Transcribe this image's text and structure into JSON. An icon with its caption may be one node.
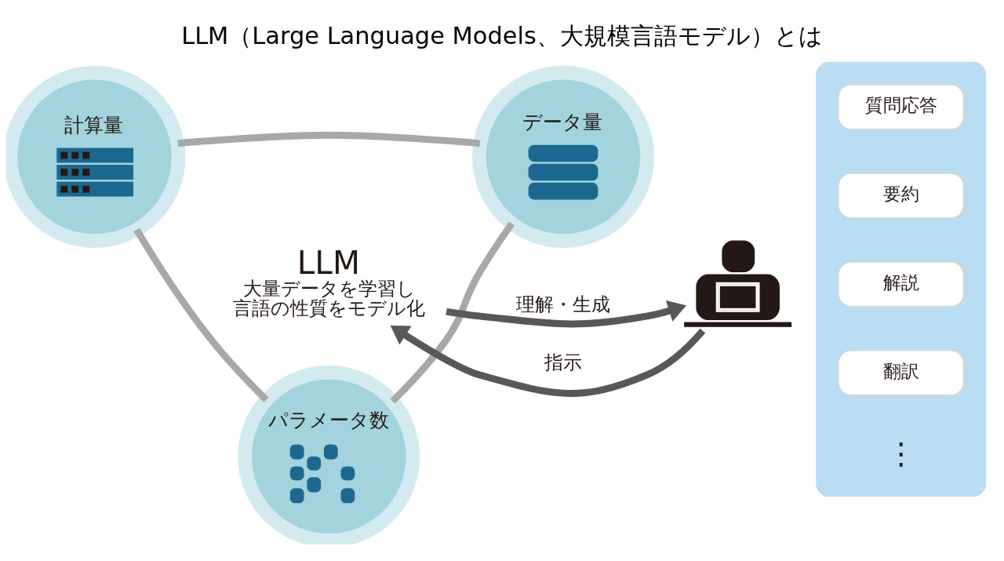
{
  "diagram": {
    "title": "LLM（Large Language Models、大規模言語モデル）とは",
    "nodes": [
      {
        "text": [
          "計算量"
        ]
      },
      {
        "text": [
          "データ量"
        ]
      },
      {
        "text": [
          "LLM",
          "大量データを学習し言語の性質をモデル化"
        ]
      },
      {
        "text": [
          "パラメータ数"
        ]
      },
      {
        "text": [],
        "shape": "person"
      },
      {
        "text": [],
        "shape": "box"
      },
      {
        "text": [
          "質問応答"
        ],
        "in": 5
      },
      {
        "text": [
          "要約"
        ],
        "in": 5
      },
      {
        "text": [
          "解説"
        ],
        "in": 5
      },
      {
        "text": [
          "翻訳"
        ],
        "in": 5
      }
    ],
    "edges": [
      {
        "from": 0,
        "to": 1,
        "arrow": "none"
      },
      {
        "from": 1,
        "to": 3,
        "arrow": "none"
      },
      {
        "from": 3,
        "to": 0,
        "arrow": "none"
      },
      {
        "from": 4,
        "to": 2,
        "arrow": "to",
        "label": "指示",
        "color": "#595757"
      },
      {
        "from": 2,
        "to": 4,
        "arrow": "to",
        "label": "理解・生成",
        "color": "#595757"
      }
    ],
    "labels": [
      "⋮"
    ]
  }
}
